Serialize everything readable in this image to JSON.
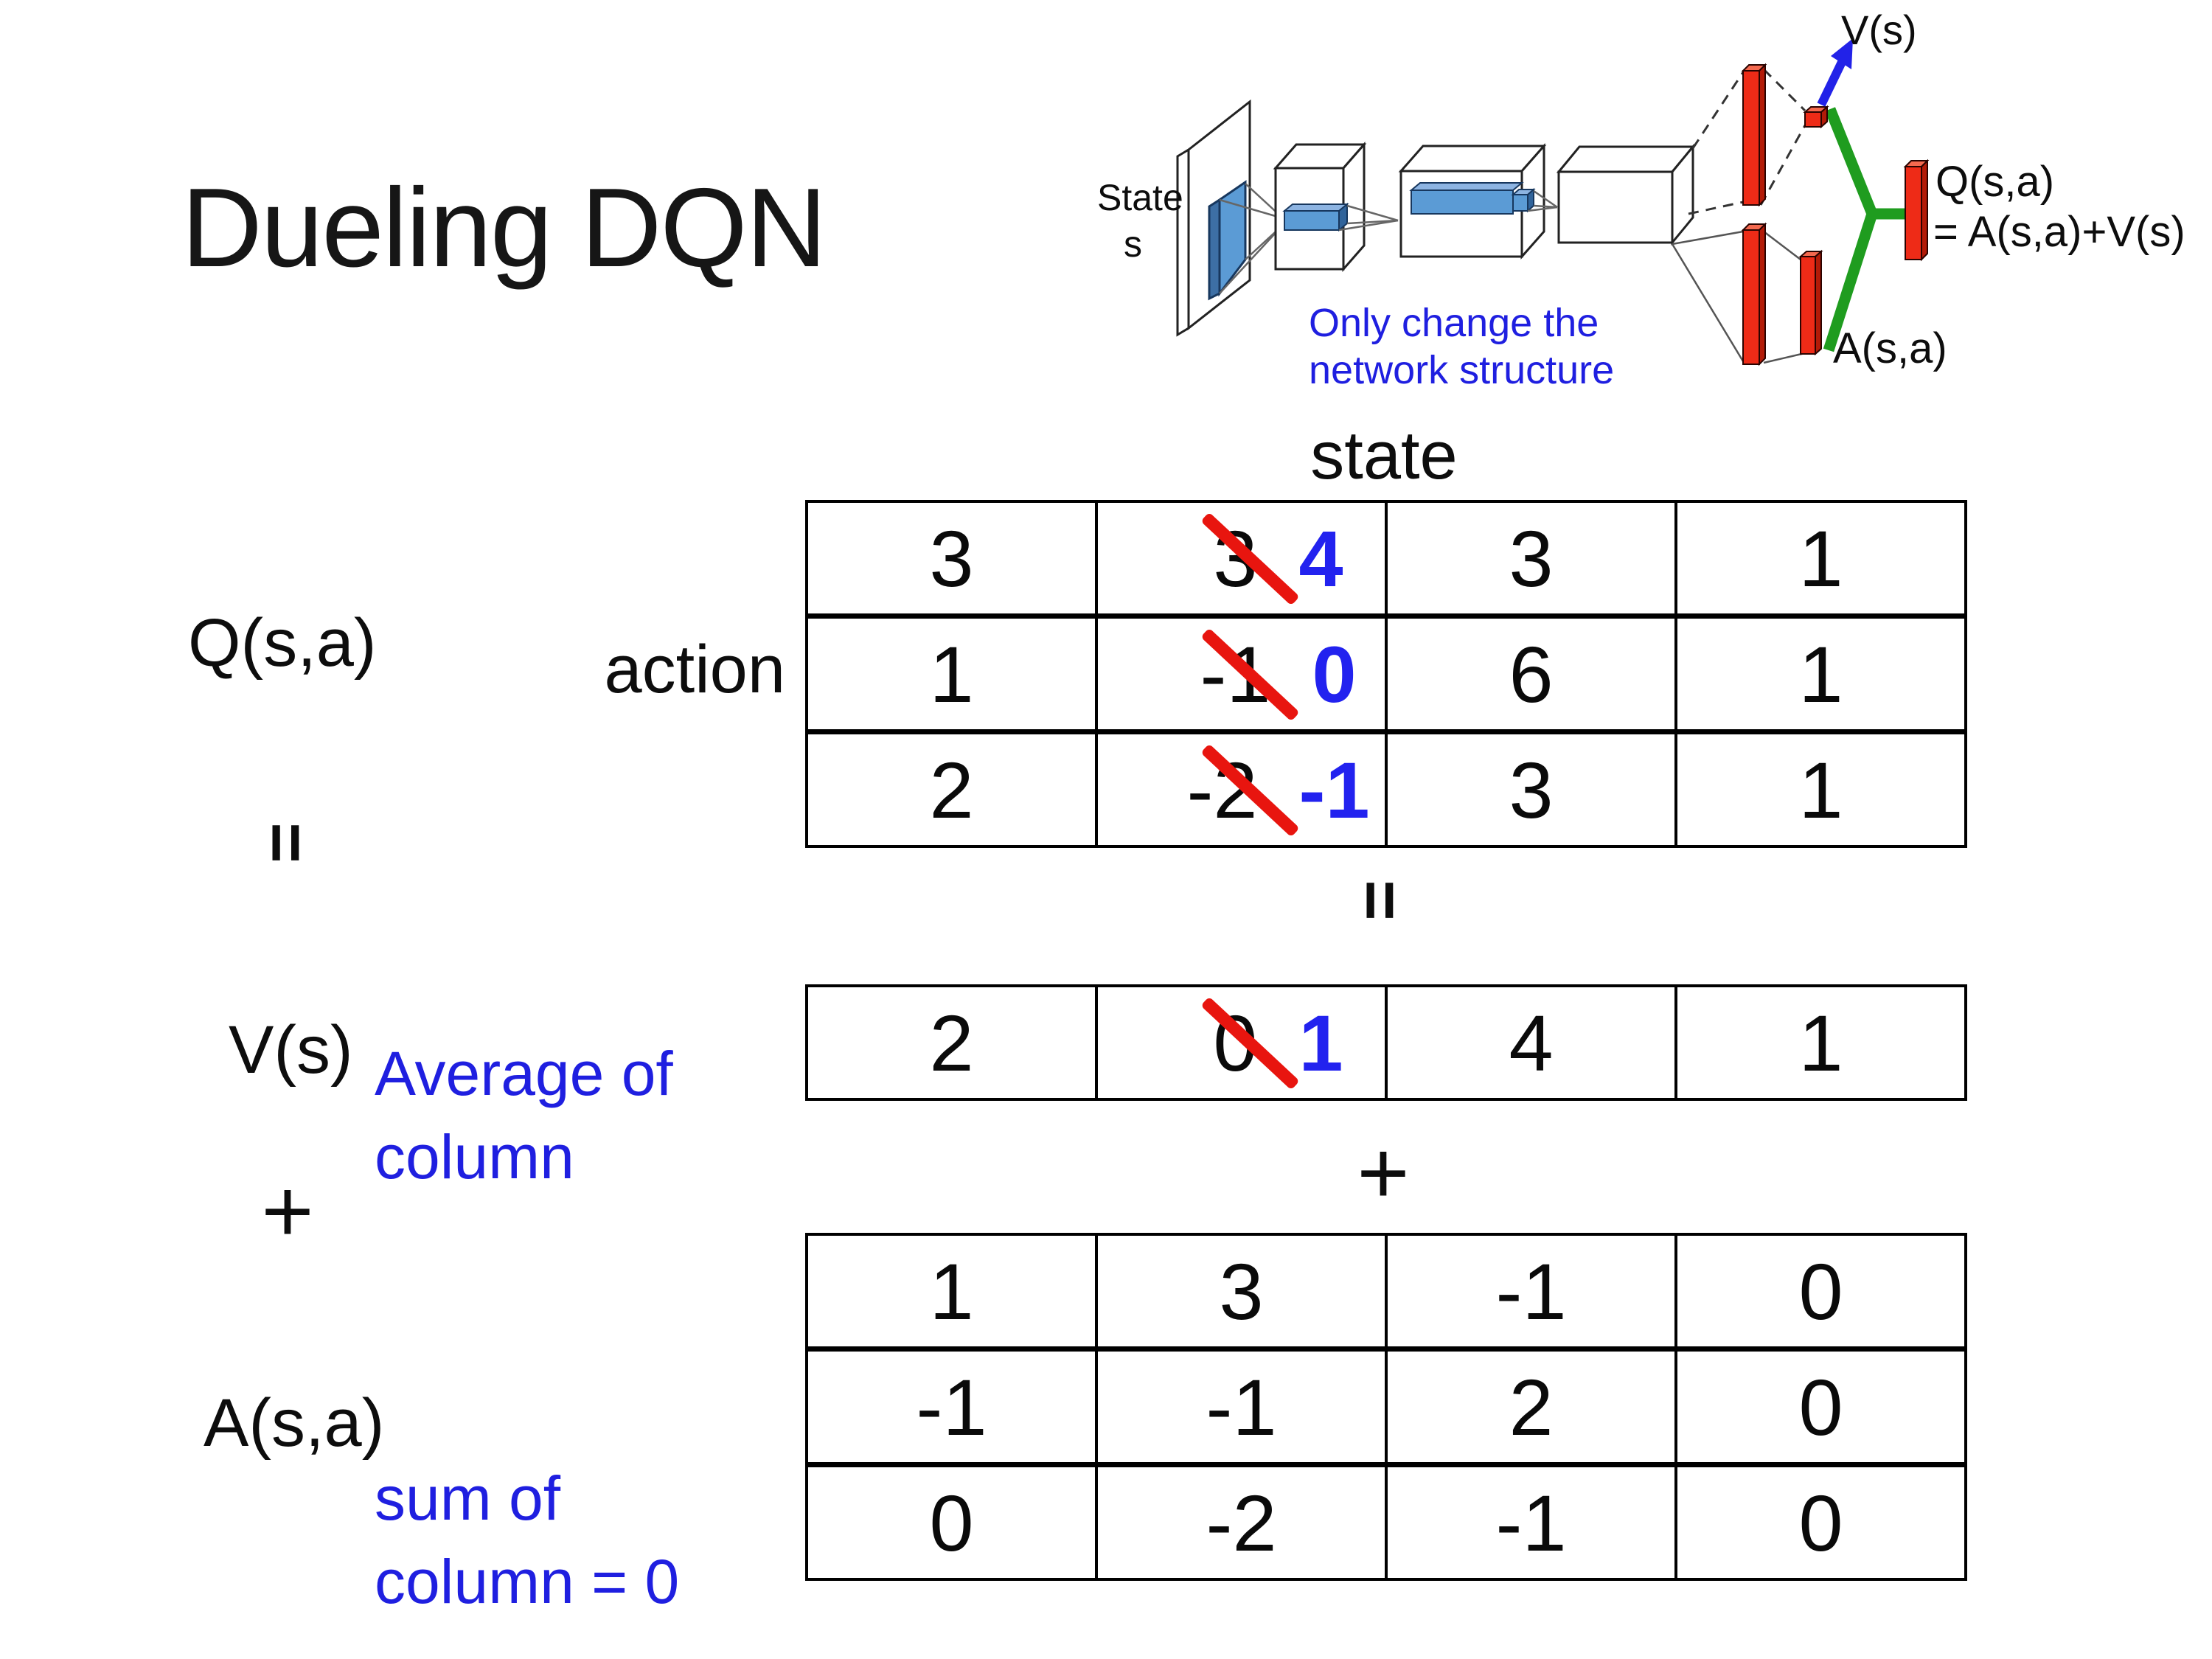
{
  "title": "Dueling DQN",
  "colors": {
    "annotation_blue": "#1F1FE0",
    "replacement_blue": "#2222EF",
    "strike_red": "#E8150F",
    "bar_red": "#EE2B17",
    "conv_blue": "#5B9BD5",
    "merge_green": "#1F9C1F",
    "arrow_blue": "#2222E8",
    "text_black": "#0d0d0d"
  },
  "diagram": {
    "state_label_line1": "State",
    "state_label_line2": "s",
    "caption_line1": "Only change the",
    "caption_line2": "network structure",
    "v_output_label": "V(s)",
    "a_output_label": "A(s,a)",
    "q_output_line1": "Q(s,a)",
    "q_output_line2": "= A(s,a)+V(s)"
  },
  "matrix_section": {
    "state_axis_label": "state",
    "action_axis_label": "action",
    "q_label": "Q(s,a)",
    "v_label": "V(s)",
    "a_label": "A(s,a)",
    "equals_left": "=",
    "equals_middle": "=",
    "plus_left": "+",
    "plus_middle": "+",
    "v_annotation_line1": "Average of",
    "v_annotation_line2": "column",
    "a_annotation_line1": "sum of",
    "a_annotation_line2": "column = 0",
    "q_table": {
      "rows": [
        [
          "3",
          {
            "old": "3",
            "new": "4"
          },
          "3",
          "1"
        ],
        [
          "1",
          {
            "old": "-1",
            "new": "0"
          },
          "6",
          "1"
        ],
        [
          "2",
          {
            "old": "-2",
            "new": "-1"
          },
          "3",
          "1"
        ]
      ]
    },
    "v_table": {
      "rows": [
        [
          "2",
          {
            "old": "0",
            "new": "1"
          },
          "4",
          "1"
        ]
      ]
    },
    "a_table": {
      "rows": [
        [
          "1",
          "3",
          "-1",
          "0"
        ],
        [
          "-1",
          "-1",
          "2",
          "0"
        ],
        [
          "0",
          "-2",
          "-1",
          "0"
        ]
      ]
    }
  }
}
